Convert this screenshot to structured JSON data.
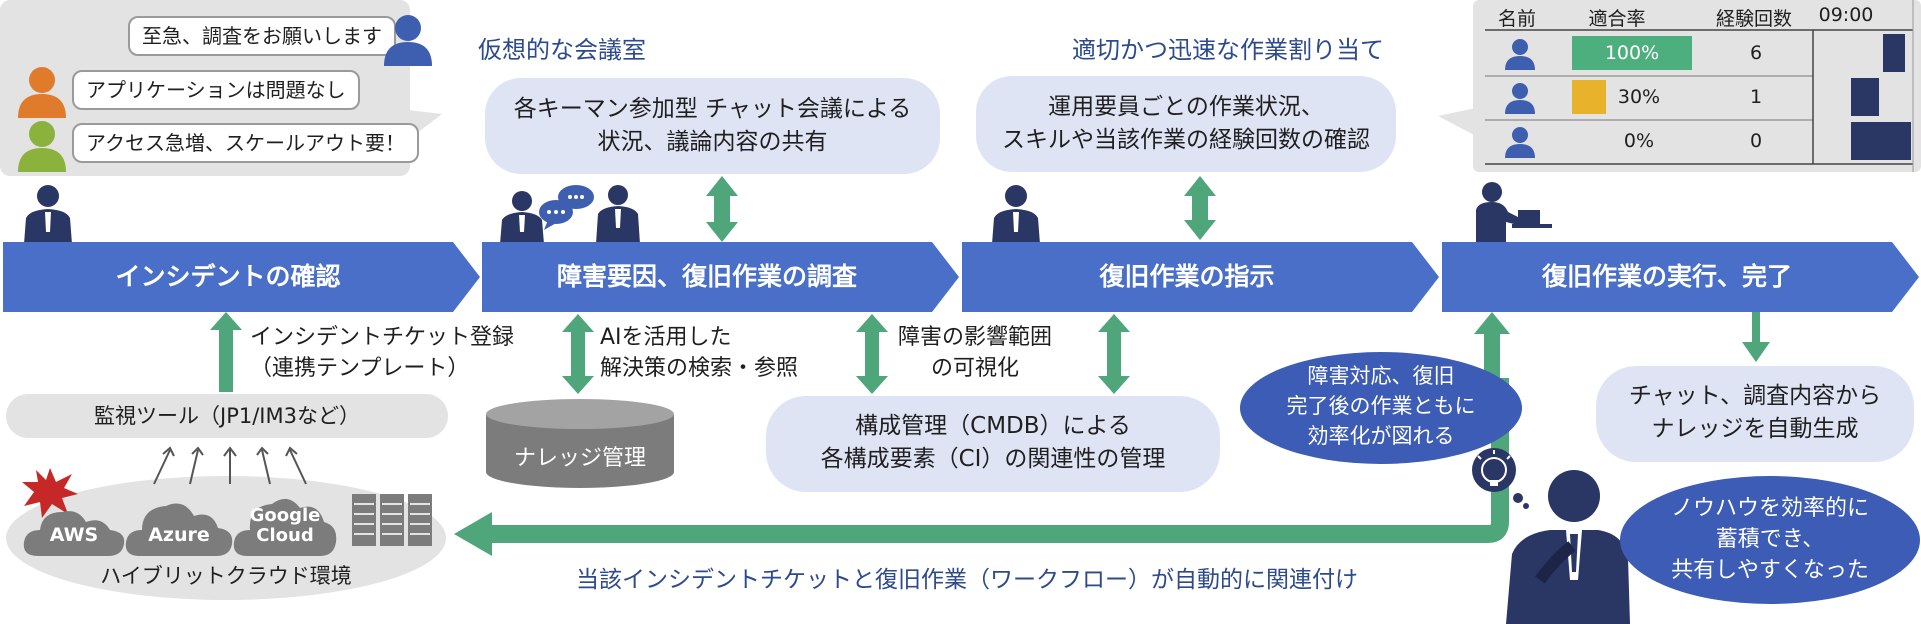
{
  "chat": {
    "messages": [
      "至急、調査をお願いします",
      "アプリケーションは問題なし",
      "アクセス急増、スケールアウト要！"
    ]
  },
  "headings": {
    "meeting": "仮想的な会議室",
    "assign": "適切かつ迅速な作業割り当て"
  },
  "bubbles": {
    "meeting": [
      "各キーマン参加型 チャット会議による",
      "状況、議論内容の共有"
    ],
    "assign": [
      "運用要員ごとの作業状況、",
      "スキルや当該作業の経験回数の確認"
    ],
    "cmdb": [
      "構成管理（CMDB）による",
      "各構成要素（CI）の関連性の管理"
    ],
    "chat_knowledge": [
      "チャット、調査内容から",
      "ナレッジを自動生成"
    ],
    "efficiency": [
      "障害対応、復旧",
      "完了後の作業ともに",
      "効率化が図れる"
    ],
    "knowhow": [
      "ノウハウを効率的に",
      "蓄積でき、",
      "共有しやすくなった"
    ]
  },
  "table": {
    "headers": [
      "名前",
      "適合率",
      "経験回数",
      "09:00"
    ],
    "rows": [
      {
        "rate": "100%",
        "rate_value": 1.0,
        "count": "6",
        "bar_color": "#4caf7d"
      },
      {
        "rate": "30%",
        "rate_value": 0.3,
        "count": "1",
        "bar_color": "#e8b22a"
      },
      {
        "rate": "0%",
        "rate_value": 0.0,
        "count": "0",
        "bar_color": "#ffffff"
      }
    ]
  },
  "steps": [
    "インシデントの確認",
    "障害要因、復旧作業の調査",
    "復旧作業の指示",
    "復旧作業の実行、完了"
  ],
  "labels": {
    "ticket": [
      "インシデントチケット登録",
      "（連携テンプレート）"
    ],
    "ai": [
      "AIを活用した",
      "解決策の検索・参照"
    ],
    "impact": [
      "障害の影響範囲",
      "の可視化"
    ],
    "workflow": "当該インシデントチケットと復旧作業（ワークフロー）が自動的に関連付け"
  },
  "monitor": "監視ツール（JP1/IM3など）",
  "knowledge": "ナレッジ管理",
  "cloud": {
    "aws": "AWS",
    "azure": "Azure",
    "google": [
      "Google",
      "Cloud"
    ],
    "caption": "ハイブリットクラウド環境"
  },
  "colors": {
    "step": "#4a6fc9",
    "arrow": "#4fa67a",
    "heading": "#2c4a8c",
    "bubble_light": "#dfe4f5",
    "bubble_dark": "#3c5cb5",
    "person": "#3e5eb0",
    "navy": "#2a3663",
    "alert": "#c62828"
  },
  "icons": [
    "person-icon",
    "chat-icon",
    "server-icon",
    "lightbulb-icon",
    "explosion-icon",
    "database-icon"
  ]
}
